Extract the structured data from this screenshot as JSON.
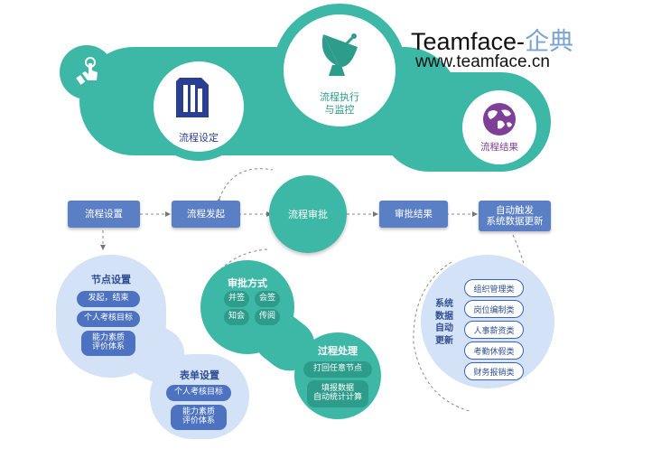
{
  "brand": {
    "name": "Teamface-",
    "name_accent": "企典",
    "url": "www.teamface.cn"
  },
  "top_stages": {
    "setup": "流程设定",
    "execute_line1": "流程执行",
    "execute_line2": "与监控",
    "result": "流程结果"
  },
  "flow": {
    "setup": "流程设置",
    "launch": "流程发起",
    "approve": "流程审批",
    "approve_result": "审批结果",
    "auto_line1": "自动触发",
    "auto_line2": "系统数据更新"
  },
  "node_settings": {
    "title": "节点设置",
    "items": [
      "发起，结束",
      "个人考核目标"
    ],
    "item3_line1": "能力素质",
    "item3_line2": "评价体系"
  },
  "form_settings": {
    "title": "表单设置",
    "item1": "个人考核目标",
    "item2_line1": "能力素质",
    "item2_line2": "评价体系"
  },
  "approval_methods": {
    "title": "审批方式",
    "items": [
      "并签",
      "会签",
      "知会",
      "传阅"
    ]
  },
  "process_handling": {
    "title": "过程处理",
    "item1": "打回任意节点",
    "item2_line1": "填报数据",
    "item2_line2": "自动统计计算"
  },
  "system_update": {
    "title_chars": [
      "系统",
      "数据",
      "自动",
      "更新"
    ],
    "items": [
      "组织管理类",
      "岗位编制类",
      "人事薪资类",
      "考勤休假类",
      "财务报销类"
    ]
  },
  "colors": {
    "teal": "#3db7a6",
    "blue": "#5b7fc4",
    "light_blue": "#d3e2f6",
    "purple": "#7f3f98"
  }
}
